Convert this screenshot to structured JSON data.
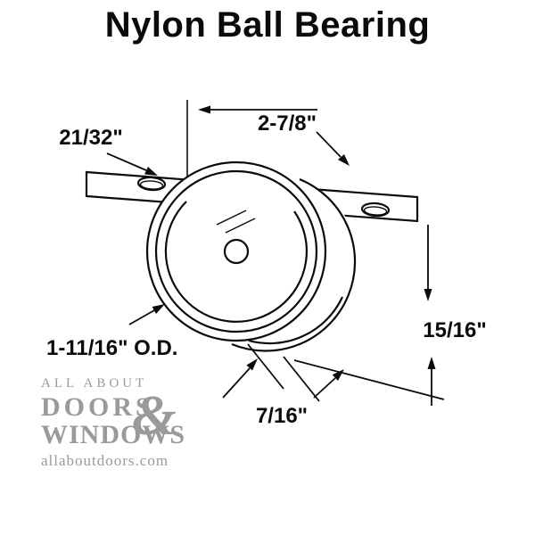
{
  "title": "Nylon Ball Bearing",
  "labels": {
    "dim_hole_offset": "21/32\"",
    "dim_hole_spacing": "2-7/8\"",
    "dim_drop_height": "15/16\"",
    "dim_outer_diameter": "1-11/16\" O.D.",
    "dim_wheel_width": "7/16\""
  },
  "watermark": {
    "line1": "ALL ABOUT",
    "line2": "DOORS",
    "ampersand": "&",
    "line3": "WINDOWS",
    "website": "allaboutdoors.com"
  },
  "colors": {
    "ink": "#0b0b0b",
    "background": "#ffffff",
    "watermark_gray": "#9a9a9a"
  }
}
